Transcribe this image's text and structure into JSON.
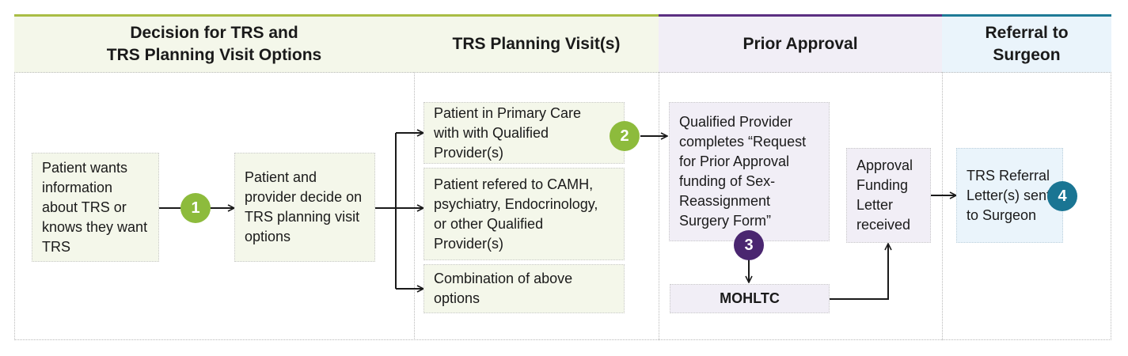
{
  "headers": {
    "decision": "Decision for TRS and\nTRS Planning Visit Options",
    "planning": "TRS Planning Visit(s)",
    "prior_approval": "Prior Approval",
    "referral": "Referral to\nSurgeon"
  },
  "boxes": {
    "patient_wants": "Patient wants information about TRS or knows they want TRS",
    "patient_provider_decide": "Patient and provider decide on TRS planning visit options",
    "primary_care": "Patient in Primary Care with with Qualified Provider(s)",
    "referred": "Patient refered to CAMH, psychiatry, Endocrinology, or other Qualified Provider(s)",
    "combination": "Combination of above options",
    "qualified_provider": "Qualified Provider completes “Request for Prior Approval funding of Sex-Reassignment Surgery Form”",
    "mohltc": "MOHLTC",
    "approval_letter": "Approval Funding Letter received",
    "referral_letter": "TRS Referral Letter(s) sent to Surgeon"
  },
  "badges": {
    "step1": "1",
    "step2": "2",
    "step3": "3",
    "step4": "4"
  },
  "colors": {
    "green_badge": "#8dbb3c",
    "purple_badge": "#4a2670",
    "teal_badge": "#1a7593",
    "green_accent": "#a9bd45",
    "purple_accent": "#5b2f82",
    "blue_accent": "#1e7a96"
  }
}
